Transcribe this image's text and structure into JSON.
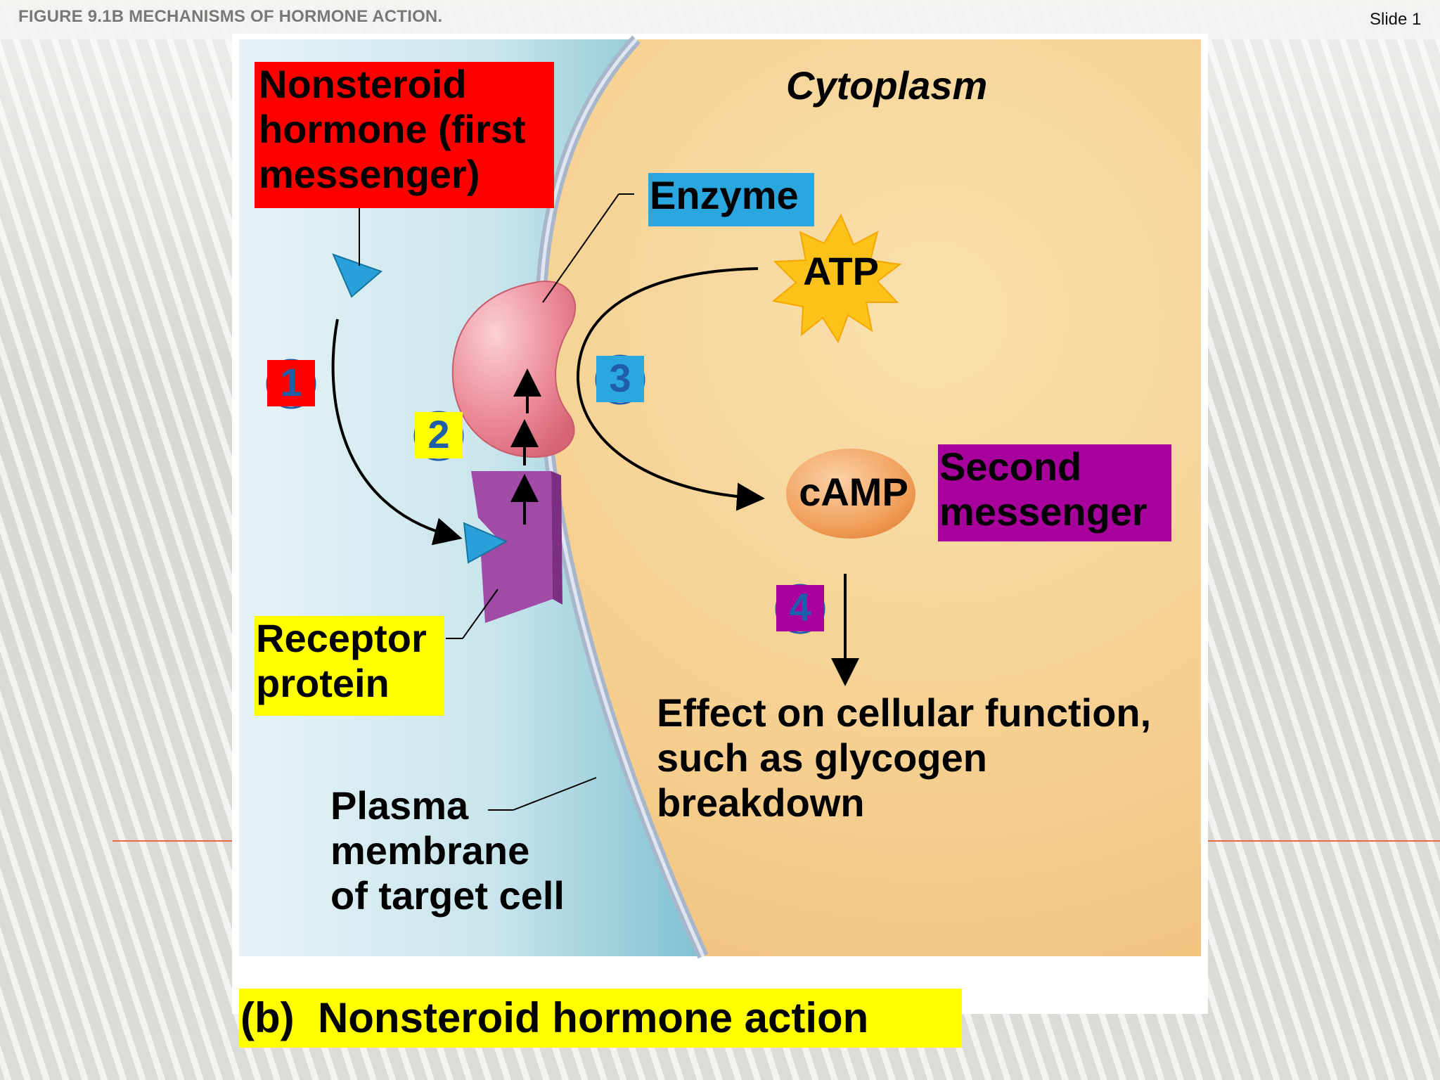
{
  "slide": {
    "title": "FIGURE 9.1B MECHANISMS OF HORMONE ACTION.",
    "slide_number": "Slide 1"
  },
  "diagram": {
    "cytoplasm_label": "Cytoplasm",
    "first_messenger_label": [
      "Nonsteroid",
      "hormone (first",
      "messenger)"
    ],
    "enzyme_label": "Enzyme",
    "atp_label": "ATP",
    "camp_label": "cAMP",
    "second_messenger_label": [
      "Second",
      "messenger"
    ],
    "receptor_label": [
      "Receptor",
      "protein"
    ],
    "membrane_label": [
      "Plasma",
      "membrane",
      "of target cell"
    ],
    "effect_label": [
      "Effect on cellular function,",
      "such as glycogen",
      "breakdown"
    ],
    "steps": [
      "1",
      "2",
      "3",
      "4"
    ],
    "caption": "(b)  Nonsteroid hormone action"
  },
  "colors": {
    "first_messenger_box": "#ff0000",
    "enzyme_box": "#2aa7df",
    "second_messenger_box": "#a8009c",
    "receptor_box": "#ffff00",
    "caption_box": "#ffff00",
    "step_1_box": "#ff0000",
    "step_2_box": "#ffff00",
    "step_3_box": "#2aa7df",
    "step_4_box": "#a8009c",
    "step_number": "#1f5ea8",
    "cytoplasm": "#f5cf91",
    "extracellular": "#bfe0e8",
    "membrane": "#a9b6cc",
    "enzyme": "#e8828f",
    "receptor": "#a14aa6",
    "hormone": "#2aa0da",
    "camp": "#f2a25c",
    "atp_burst": "#fbc21a"
  }
}
